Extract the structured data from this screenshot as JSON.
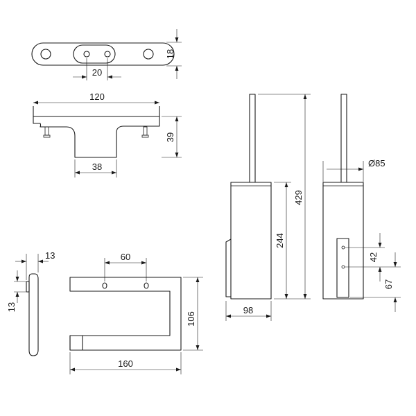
{
  "dimensions": {
    "mount_plate_height": "18",
    "mount_hole_spacing": "20",
    "mount_width": "120",
    "mount_depth": "39",
    "mount_foot": "38",
    "holder_height": "429",
    "container_height": "244",
    "container_depth": "98",
    "container_diameter": "Ø85",
    "bracket_hole_spacing": "42",
    "bracket_offset": "67",
    "roll_thickness": "13",
    "roll_edge": "13",
    "roll_hole_spacing": "60",
    "roll_height": "106",
    "roll_width": "160"
  }
}
